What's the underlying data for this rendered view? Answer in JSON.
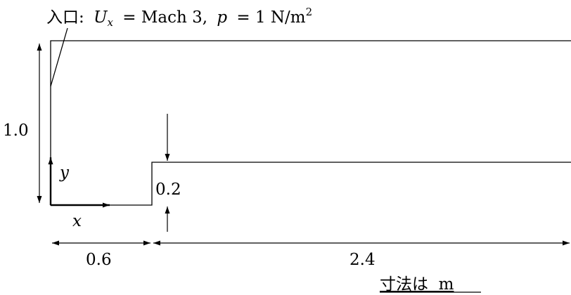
{
  "inlet": {
    "label": "入口:",
    "ux_symbol": "U",
    "ux_subscript": "x",
    "ux_value": "= Mach 3,",
    "p_symbol": "p",
    "p_value": "= 1 N/m",
    "p_exponent": "2"
  },
  "dimensions": {
    "height": "1.0",
    "step_height": "0.2",
    "step_x": "0.6",
    "length_after_step": "2.4"
  },
  "axes": {
    "x_label": "x",
    "y_label": "y"
  },
  "units_note": "寸法は  m"
}
